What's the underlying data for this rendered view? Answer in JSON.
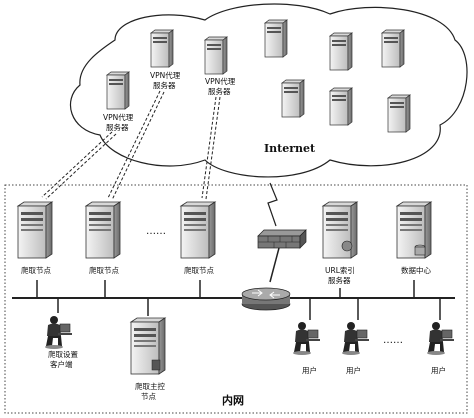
{
  "diagram": {
    "cloud_label": "Internet",
    "lan_label": "内网",
    "vpn_proxies": [
      {
        "line1": "VPN代理",
        "line2": "服务器"
      },
      {
        "line1": "VPN代理",
        "line2": "服务器"
      },
      {
        "line1": "VPN代理",
        "line2": "服务器"
      }
    ],
    "crawl_nodes": [
      {
        "label": "爬取节点"
      },
      {
        "label": "爬取节点"
      },
      {
        "label": "爬取节点"
      }
    ],
    "url_index_server": {
      "line1": "URL索引",
      "line2": "服务器"
    },
    "data_center": {
      "label": "数据中心"
    },
    "crawl_settings_client": {
      "line1": "爬取设置",
      "line2": "客户端"
    },
    "crawl_master_node": {
      "line1": "爬取主控",
      "line2": "节点"
    },
    "users": [
      {
        "label": "用户"
      },
      {
        "label": "用户"
      },
      {
        "label": "用户"
      }
    ],
    "ellipsis": "……"
  }
}
